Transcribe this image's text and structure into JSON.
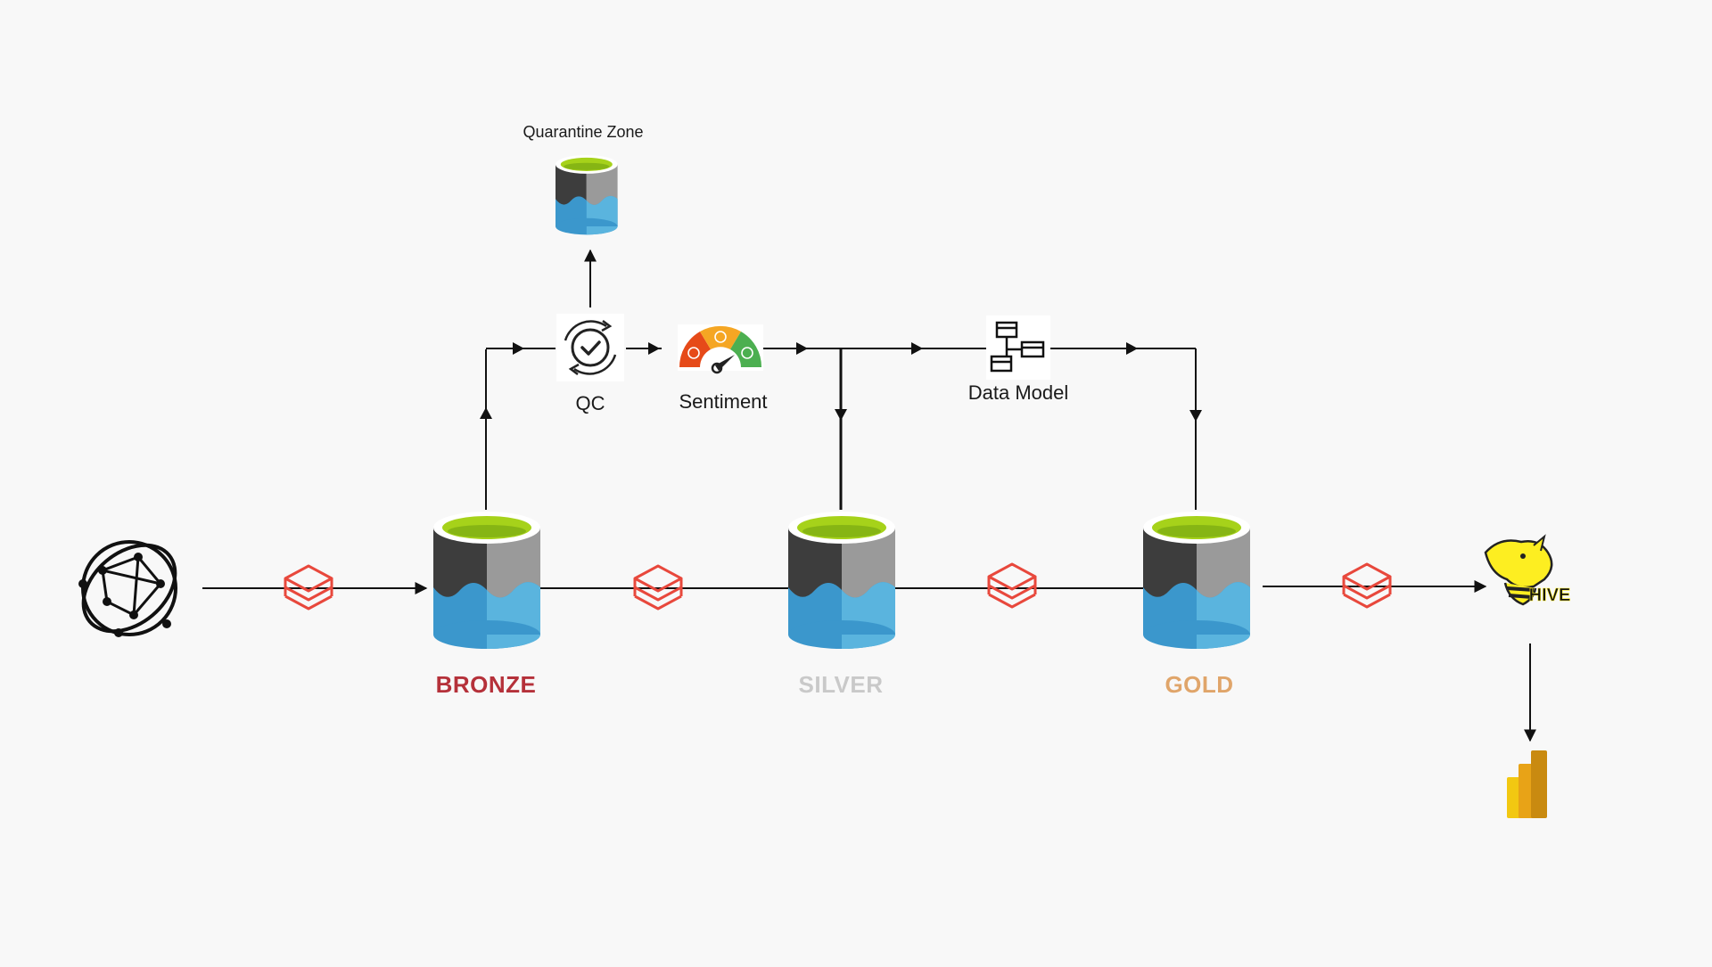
{
  "labels": {
    "quarantine": "Quarantine Zone",
    "qc": "QC",
    "sentiment": "Sentiment",
    "data_model": "Data Model",
    "bronze": "BRONZE",
    "silver": "SILVER",
    "gold": "GOLD"
  },
  "hive_text": "HIVE",
  "colors": {
    "background": "#f8f8f8",
    "bronze": "#b5313a",
    "silver": "#c9c9c9",
    "gold": "#e0a56a",
    "databricks_red": "#e8483c",
    "lake_green": "#a6d21a",
    "lake_blue_dark": "#3b97cc",
    "lake_blue_light": "#5ab4de",
    "lake_gray_dark": "#3d3d3d",
    "lake_gray_light": "#9a9a9a"
  },
  "icons": [
    "source-network-icon",
    "databricks-icon",
    "data-lake-icon",
    "qc-check-icon",
    "sentiment-gauge-icon",
    "data-model-icon",
    "hive-icon",
    "power-bi-icon"
  ]
}
